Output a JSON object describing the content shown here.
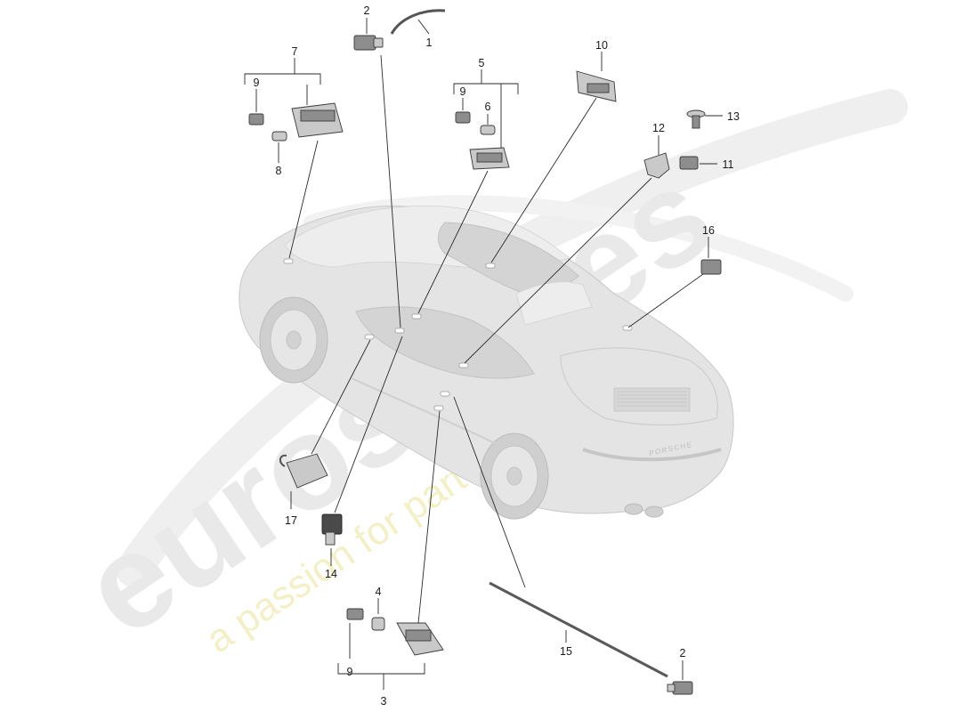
{
  "watermark": {
    "brand": "eurospares",
    "tagline": "a passion for parts since 1985"
  },
  "callouts": {
    "c1": "1",
    "c2_top": "2",
    "c2_bottom": "2",
    "c3": "3",
    "c4": "4",
    "c5": "5",
    "c6": "6",
    "c7": "7",
    "c8": "8",
    "c9_left": "9",
    "c9_mid": "9",
    "c9_bottom": "9",
    "c10": "10",
    "c11": "11",
    "c12": "12",
    "c13": "13",
    "c14": "14",
    "c15": "15",
    "c16": "16",
    "c17": "17"
  },
  "car": {
    "badge": "PORSCHE"
  }
}
